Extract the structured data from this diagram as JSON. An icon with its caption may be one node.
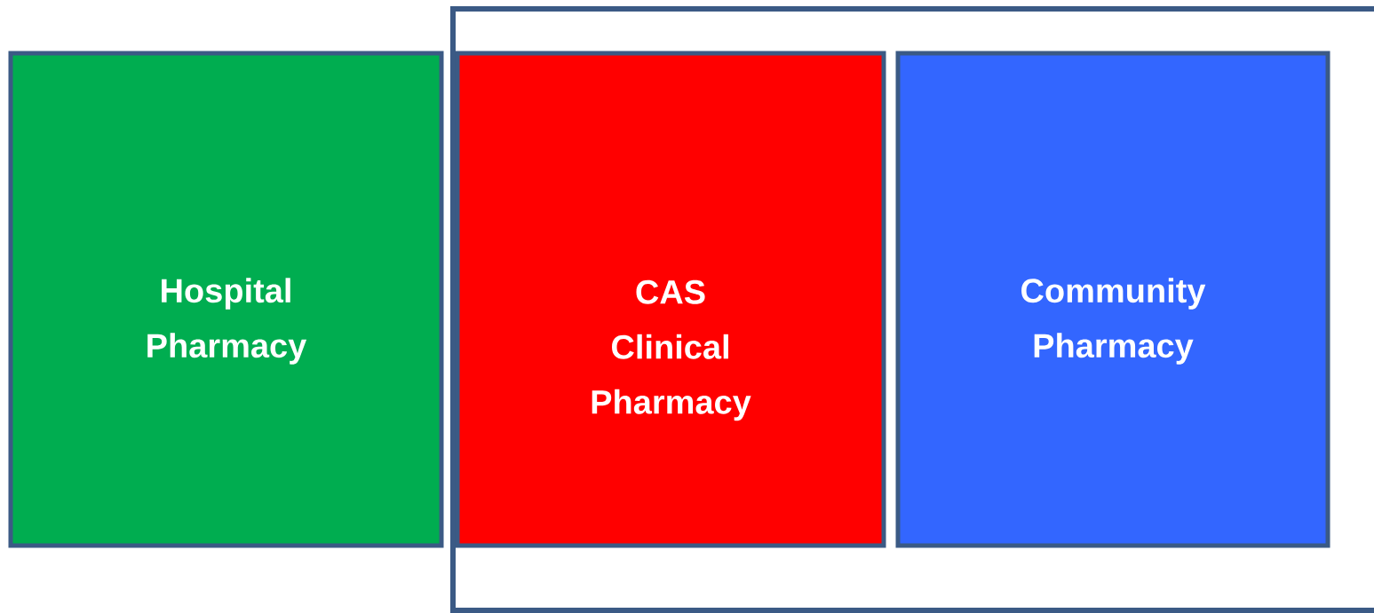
{
  "diagram": {
    "nodes": [
      {
        "text": [
          "Hospital Pharmacy"
        ]
      },
      {
        "text": [],
        "shape": "box"
      },
      {
        "text": [
          "CAS Clinical Pharmacy"
        ],
        "in": 1
      },
      {
        "text": [
          "Community Pharmacy"
        ],
        "in": 1
      }
    ]
  }
}
